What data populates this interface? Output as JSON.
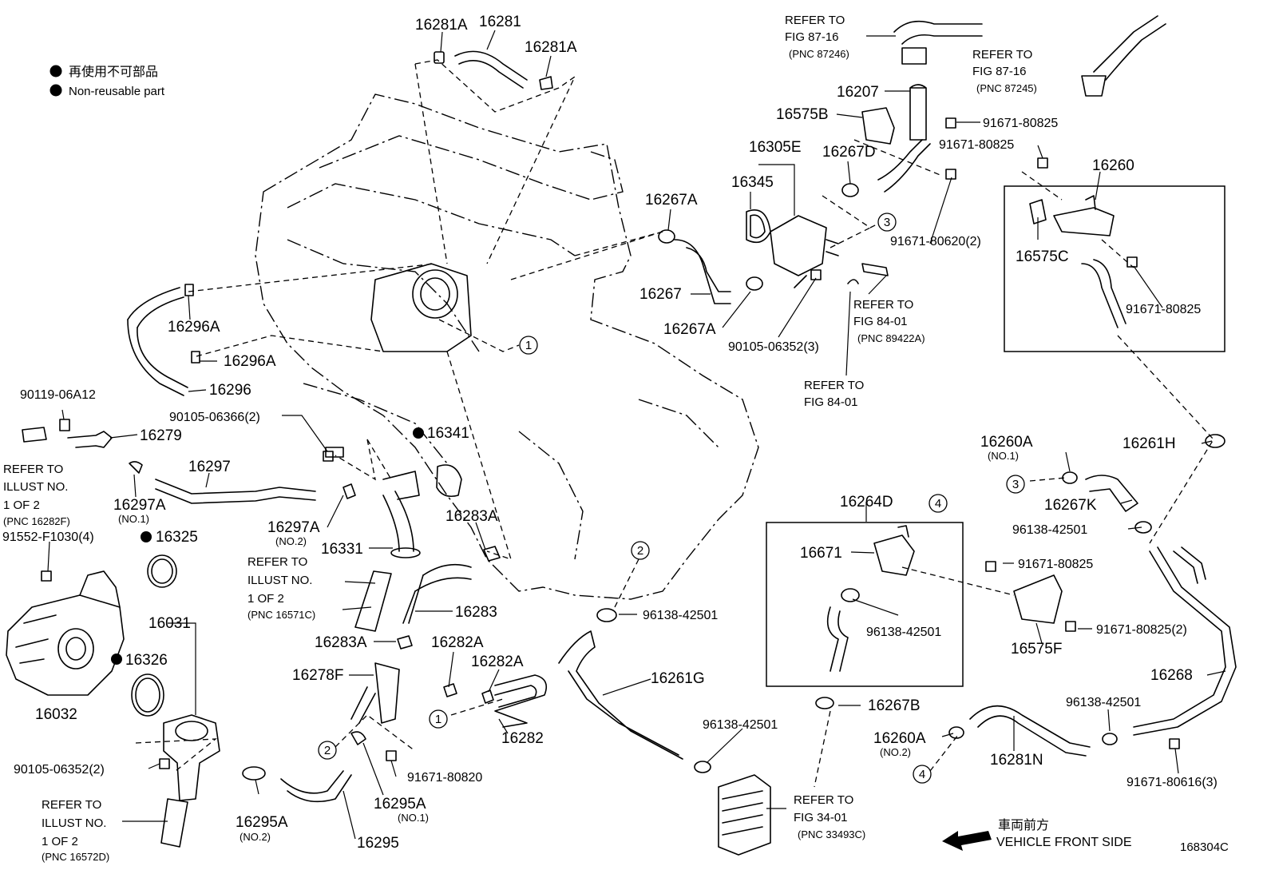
{
  "legend": {
    "jp": "再使用不可部品",
    "en": "Non-reusable part"
  },
  "diagram_code": "168304C",
  "front_side": {
    "jp": "車両前方",
    "en": "VEHICLE FRONT SIDE"
  },
  "markers": [
    "1",
    "2",
    "3",
    "4"
  ],
  "labels": [
    {
      "id": "l1",
      "text": "16281A"
    },
    {
      "id": "l2",
      "text": "16281"
    },
    {
      "id": "l3",
      "text": "16281A"
    },
    {
      "id": "l4",
      "text": "16207"
    },
    {
      "id": "l5",
      "text": "16575B"
    },
    {
      "id": "l6",
      "text": "91671-80825"
    },
    {
      "id": "l7",
      "text": "91671-80825"
    },
    {
      "id": "l8",
      "text": "16305E"
    },
    {
      "id": "l9",
      "text": "16267D"
    },
    {
      "id": "l10",
      "text": "16345"
    },
    {
      "id": "l11",
      "text": "16267A"
    },
    {
      "id": "l12",
      "text": "16267"
    },
    {
      "id": "l13",
      "text": "16267A"
    },
    {
      "id": "l14",
      "text": "90105-06352(3)"
    },
    {
      "id": "l15",
      "text": "91671-80620(2)"
    },
    {
      "id": "l16",
      "text": "16260"
    },
    {
      "id": "l17",
      "text": "16575C"
    },
    {
      "id": "l18",
      "text": "91671-80825"
    },
    {
      "id": "l19",
      "text": "16296A"
    },
    {
      "id": "l20",
      "text": "16296A"
    },
    {
      "id": "l21",
      "text": "16296"
    },
    {
      "id": "l22",
      "text": "90119-06A12"
    },
    {
      "id": "l23",
      "text": "16279"
    },
    {
      "id": "l24",
      "text": "90105-06366(2)"
    },
    {
      "id": "l25",
      "text": "16341"
    },
    {
      "id": "l26",
      "text": "16297"
    },
    {
      "id": "l27",
      "text": "16297A"
    },
    {
      "id": "l28",
      "text": "(NO.1)"
    },
    {
      "id": "l29",
      "text": "16297A"
    },
    {
      "id": "l30",
      "text": "(NO.2)"
    },
    {
      "id": "l31",
      "text": "16331"
    },
    {
      "id": "l32",
      "text": "16283A"
    },
    {
      "id": "l33",
      "text": "16325"
    },
    {
      "id": "l34",
      "text": "91552-F1030(4)"
    },
    {
      "id": "l35",
      "text": "16283"
    },
    {
      "id": "l36",
      "text": "16031"
    },
    {
      "id": "l37",
      "text": "16326"
    },
    {
      "id": "l38",
      "text": "16032"
    },
    {
      "id": "l39",
      "text": "16283A"
    },
    {
      "id": "l40",
      "text": "16282A"
    },
    {
      "id": "l41",
      "text": "16282A"
    },
    {
      "id": "l42",
      "text": "16278F"
    },
    {
      "id": "l43",
      "text": "16282"
    },
    {
      "id": "l44",
      "text": "90105-06352(2)"
    },
    {
      "id": "l45",
      "text": "91671-80820"
    },
    {
      "id": "l46",
      "text": "16295A"
    },
    {
      "id": "l47",
      "text": "(NO.1)"
    },
    {
      "id": "l48",
      "text": "16295A"
    },
    {
      "id": "l49",
      "text": "(NO.2)"
    },
    {
      "id": "l50",
      "text": "16295"
    },
    {
      "id": "l51",
      "text": "96138-42501"
    },
    {
      "id": "l52",
      "text": "16261G"
    },
    {
      "id": "l53",
      "text": "96138-42501"
    },
    {
      "id": "l54",
      "text": "16264D"
    },
    {
      "id": "l55",
      "text": "16671"
    },
    {
      "id": "l56",
      "text": "96138-42501"
    },
    {
      "id": "l57",
      "text": "16267B"
    },
    {
      "id": "l58",
      "text": "16260A"
    },
    {
      "id": "l59",
      "text": "(NO.1)"
    },
    {
      "id": "l60",
      "text": "16267K"
    },
    {
      "id": "l61",
      "text": "16261H"
    },
    {
      "id": "l62",
      "text": "96138-42501"
    },
    {
      "id": "l63",
      "text": "91671-80825"
    },
    {
      "id": "l64",
      "text": "91671-80825(2)"
    },
    {
      "id": "l65",
      "text": "16575F"
    },
    {
      "id": "l66",
      "text": "16268"
    },
    {
      "id": "l67",
      "text": "96138-42501"
    },
    {
      "id": "l68",
      "text": "16260A"
    },
    {
      "id": "l69",
      "text": "(NO.2)"
    },
    {
      "id": "l70",
      "text": "16281N"
    },
    {
      "id": "l71",
      "text": "91671-80616(3)"
    }
  ],
  "refers": [
    {
      "id": "r1",
      "lines": [
        "REFER TO",
        "FIG 87-16",
        "(PNC 87246)"
      ]
    },
    {
      "id": "r2",
      "lines": [
        "REFER TO",
        "FIG 87-16",
        "(PNC 87245)"
      ]
    },
    {
      "id": "r3",
      "lines": [
        "REFER TO",
        "FIG 84-01",
        "(PNC 89422A)"
      ]
    },
    {
      "id": "r4",
      "lines": [
        "REFER TO",
        "FIG 84-01"
      ]
    },
    {
      "id": "r5",
      "lines": [
        "REFER TO",
        "ILLUST NO.",
        "1 OF 2",
        "(PNC 16282F)"
      ]
    },
    {
      "id": "r6",
      "lines": [
        "REFER TO",
        "ILLUST NO.",
        "1 OF 2",
        "(PNC 16571C)"
      ]
    },
    {
      "id": "r7",
      "lines": [
        "REFER TO",
        "ILLUST NO.",
        "1 OF 2",
        "(PNC 16572D)"
      ]
    },
    {
      "id": "r8",
      "lines": [
        "REFER TO",
        "FIG 34-01",
        "(PNC 33493C)"
      ]
    }
  ]
}
